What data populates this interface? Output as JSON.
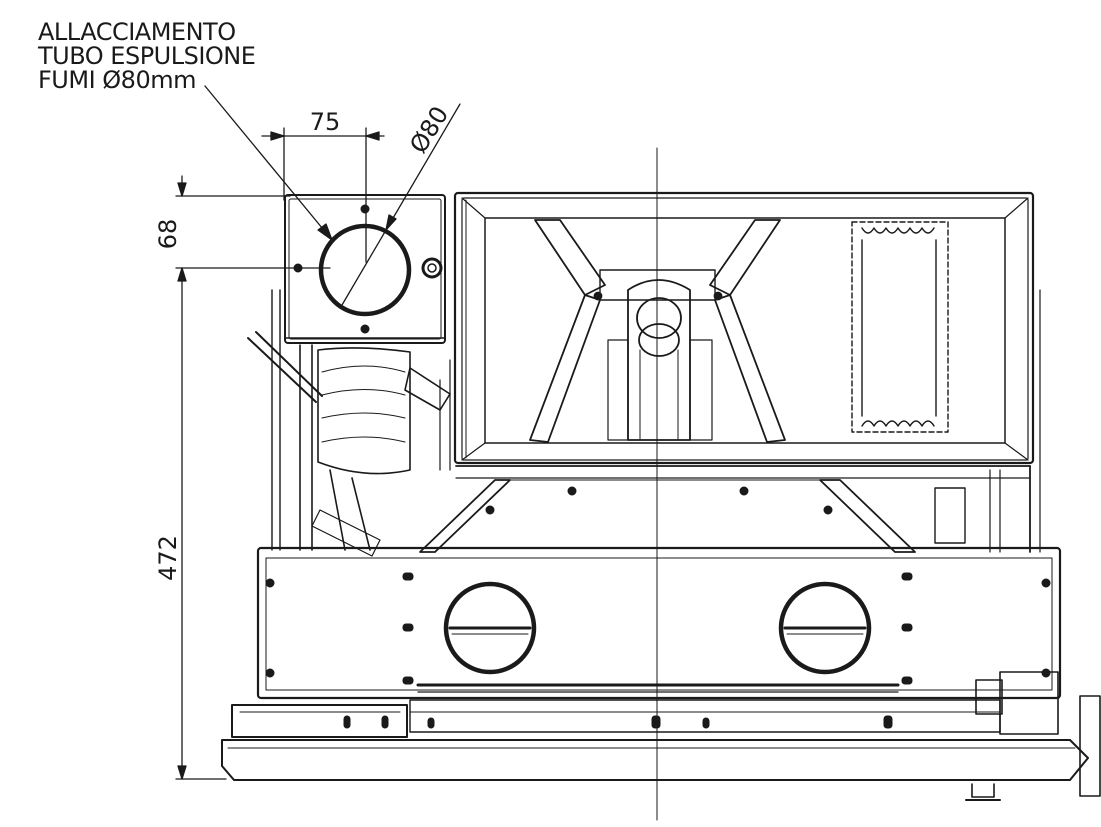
{
  "callout": {
    "line1": "ALLACCIAMENTO",
    "line2": "TUBO ESPULSIONE",
    "line3": "FUMI Ø80mm"
  },
  "dimensions": {
    "width_75": "75",
    "diameter_80": "Ø80",
    "height_68": "68",
    "height_472": "472"
  },
  "colors": {
    "ink": "#1a1a1a",
    "background": "#ffffff"
  }
}
